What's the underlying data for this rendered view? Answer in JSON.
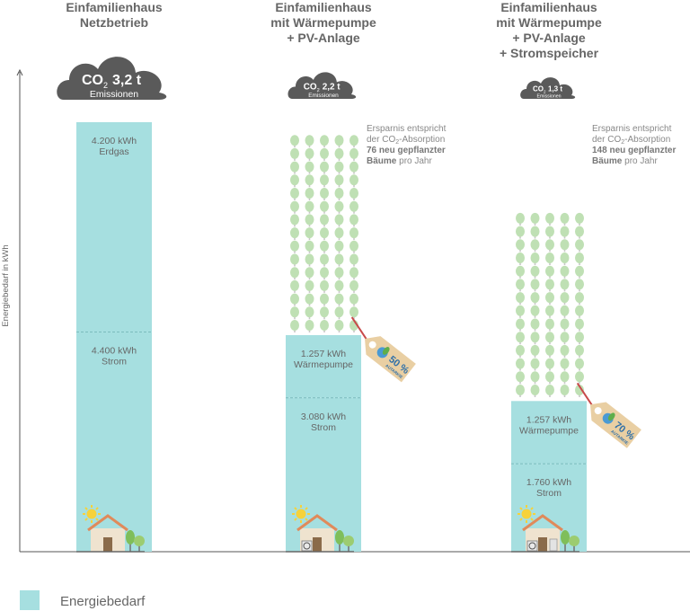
{
  "colors": {
    "bar": "#a6dfe0",
    "cloud": "#5a5a5a",
    "tree": "#bfe0b4",
    "tag": "#e9cfa3",
    "tag_text": "#2e6fa8",
    "text": "#666666"
  },
  "chart_data": {
    "type": "bar",
    "stacked": true,
    "ylabel": "Energiebedarf in kWh",
    "categories": [
      "Einfamilienhaus Netzbetrieb",
      "Einfamilienhaus mit Wärmepumpe + PV-Anlage",
      "Einfamilienhaus mit Wärmepumpe + PV-Anlage + Stromspeicher"
    ],
    "legend": [
      "Energiebedarf"
    ],
    "groups": [
      {
        "title_lines": [
          "Einfamilienhaus",
          "Netzbetrieb"
        ],
        "co2_value": "3,2 t",
        "co2_label": "Emissionen",
        "segments": [
          {
            "value": 4400,
            "value_label": "4.400 kWh",
            "label": "Strom"
          },
          {
            "value": 4200,
            "value_label": "4.200 kWh",
            "label": "Erdgas"
          }
        ],
        "icons": [
          "sun-icon",
          "house-icon",
          "tree-icon"
        ]
      },
      {
        "title_lines": [
          "Einfamilienhaus",
          "mit Wärmepumpe",
          "+ PV-Anlage"
        ],
        "co2_value": "2,2 t",
        "co2_label": "Emissionen",
        "segments": [
          {
            "value": 3080,
            "value_label": "3.080 kWh",
            "label": "Strom"
          },
          {
            "value": 1257,
            "value_label": "1.257 kWh",
            "label": "Wärmepumpe"
          }
        ],
        "autarkie_percent": "50 %",
        "autarkie_label": "AUTARKIE",
        "trees_planted": 76,
        "savings_note": {
          "line1": "Ersparnis entspricht",
          "line2_pre": "der CO",
          "line2_sub": "2",
          "line2_post": "-Absorption",
          "line3": "76 neu gepflanzter",
          "line4_bold": "Bäume",
          "line4_rest": " pro Jahr"
        },
        "icons": [
          "sun-icon",
          "house-icon",
          "heat-pump-icon",
          "tree-icon"
        ]
      },
      {
        "title_lines": [
          "Einfamilienhaus",
          "mit Wärmepumpe",
          "+ PV-Anlage",
          "+ Stromspeicher"
        ],
        "co2_value": "1,3 t",
        "co2_label": "Emissionen",
        "segments": [
          {
            "value": 1760,
            "value_label": "1.760 kWh",
            "label": "Strom"
          },
          {
            "value": 1257,
            "value_label": "1.257 kWh",
            "label": "Wärmepumpe"
          }
        ],
        "autarkie_percent": "70 %",
        "autarkie_label": "AUTARKIE",
        "trees_planted": 148,
        "savings_note": {
          "line1": "Ersparnis entspricht",
          "line2_pre": "der CO",
          "line2_sub": "2",
          "line2_post": "-Absorption",
          "line3": "148 neu gepflanzter",
          "line4_bold": "Bäume",
          "line4_rest": " pro Jahr"
        },
        "icons": [
          "sun-icon",
          "house-icon",
          "heat-pump-icon",
          "battery-icon",
          "tree-icon"
        ]
      }
    ],
    "co2_text": "CO",
    "co2_sub": "2",
    "grid": false
  }
}
